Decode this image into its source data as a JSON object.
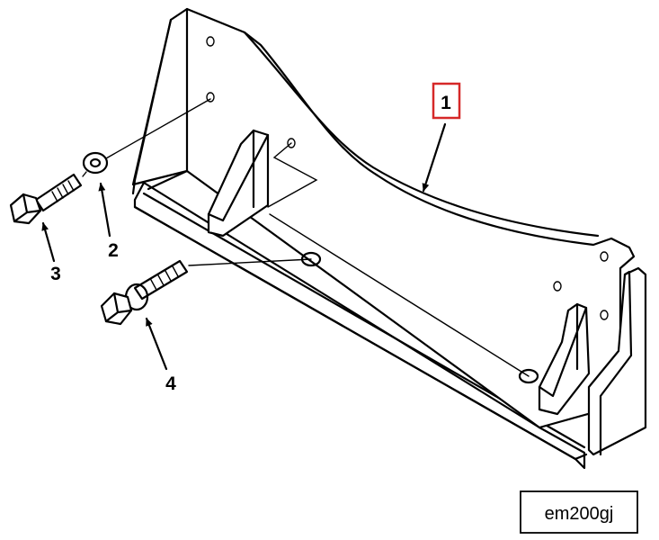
{
  "callouts": [
    {
      "id": "1",
      "label": "1",
      "highlighted": true
    },
    {
      "id": "2",
      "label": "2"
    },
    {
      "id": "3",
      "label": "3"
    },
    {
      "id": "4",
      "label": "4"
    }
  ],
  "figure_code": "em200gj",
  "colors": {
    "line": "#000000",
    "highlight_box": "#d62828",
    "background": "#ffffff"
  }
}
